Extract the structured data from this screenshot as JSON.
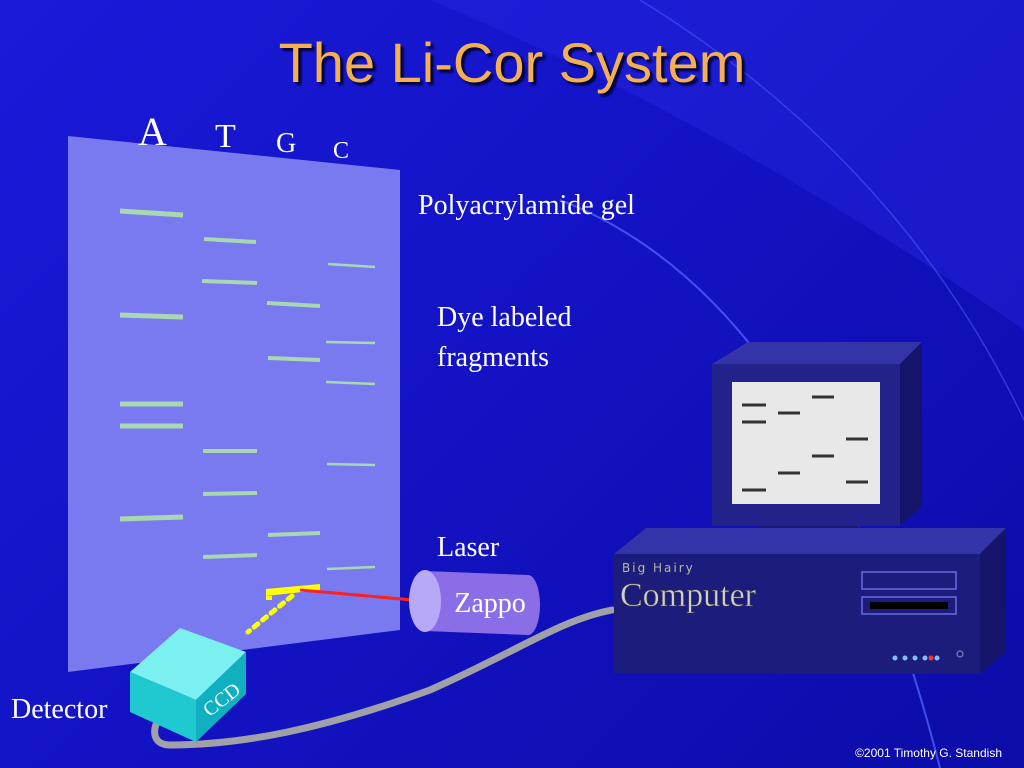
{
  "title": "The Li-Cor System",
  "lanes": [
    "A",
    "T",
    "G",
    "C"
  ],
  "labels": {
    "gel": "Polyacrylamide gel",
    "fragments_line1": "Dye labeled",
    "fragments_line2": "fragments",
    "laser": "Laser",
    "detector": "Detector"
  },
  "laser_text": "Zappo",
  "ccd_text": "CCD",
  "computer": {
    "brand": "Big Hairy",
    "name": "Computer"
  },
  "footer": "©2001 Timothy G. Standish",
  "colors": {
    "title": "#f4b050",
    "gel": "#7a7af0",
    "band": "#a8d8b0",
    "laser_beam": "#ff2020",
    "scan_bar": "#ffff00",
    "detector": "#20e0e0",
    "computer": "#1c1c7c",
    "cable": "#a0a0a8"
  }
}
